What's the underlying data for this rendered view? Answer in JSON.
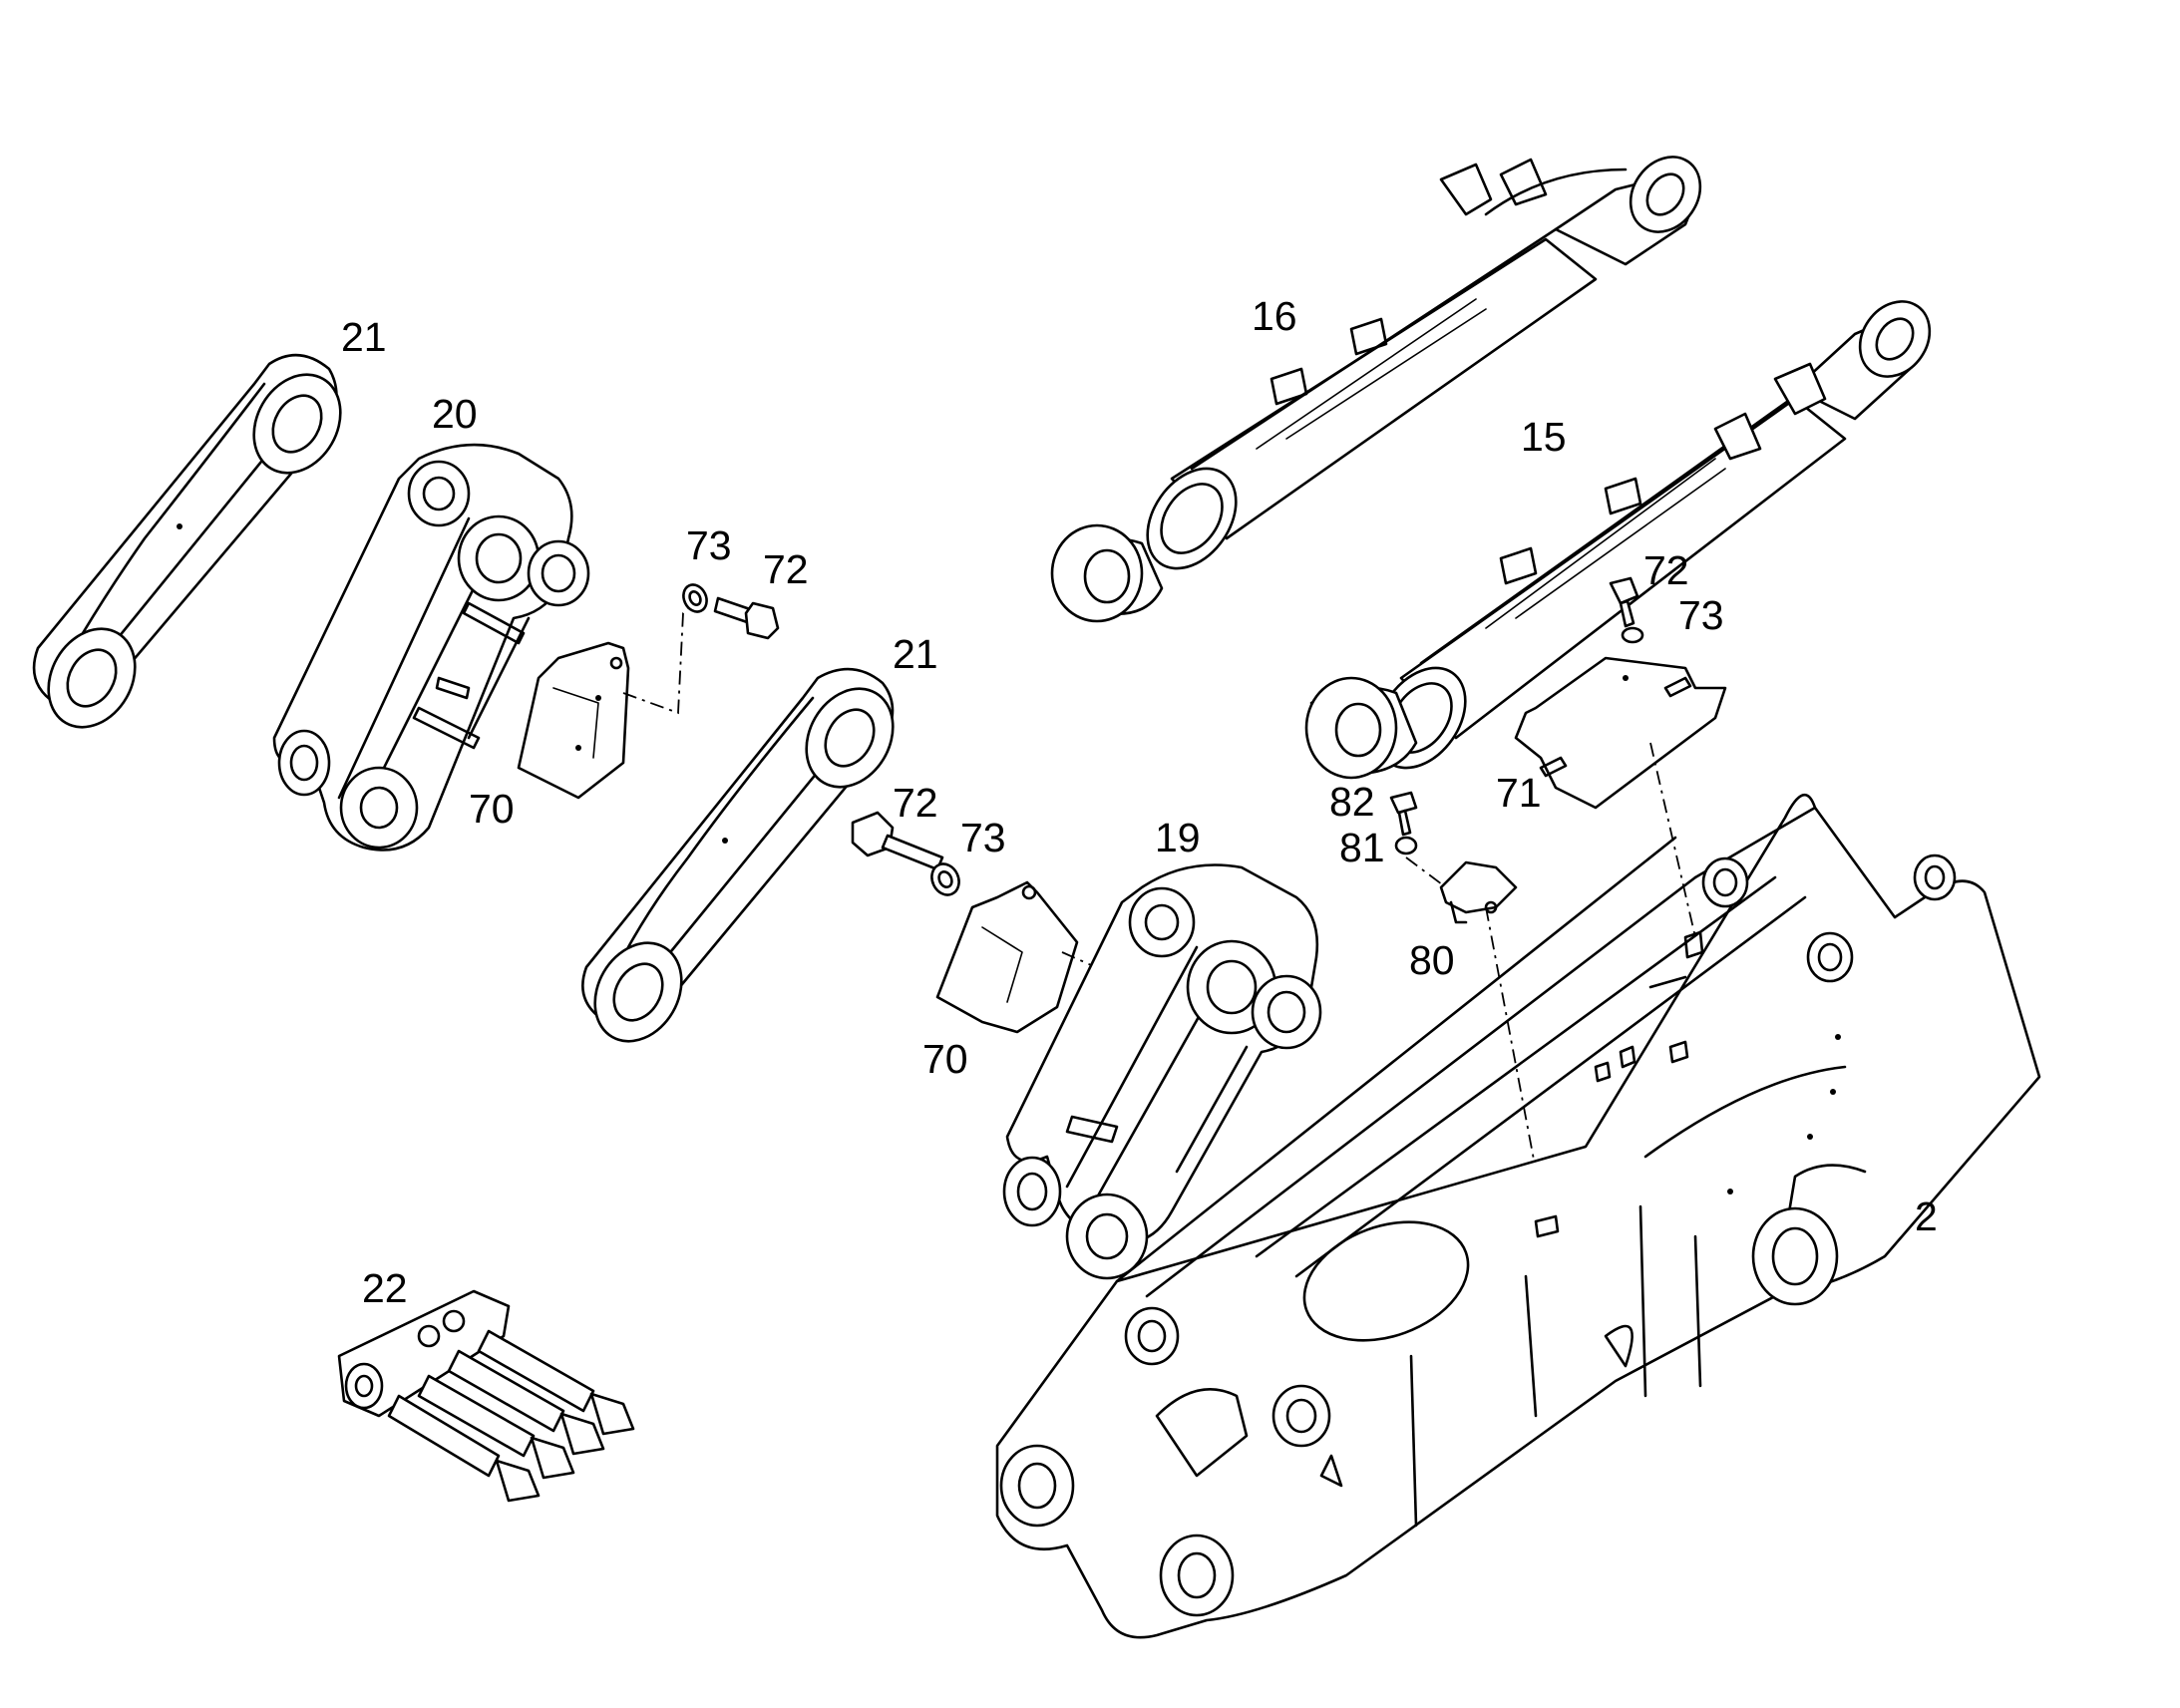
{
  "drawing": {
    "callouts": [
      {
        "id": "c21a",
        "label": "21"
      },
      {
        "id": "c20",
        "label": "20"
      },
      {
        "id": "c73a",
        "label": "73"
      },
      {
        "id": "c72a",
        "label": "72"
      },
      {
        "id": "c70a",
        "label": "70"
      },
      {
        "id": "c21b",
        "label": "21"
      },
      {
        "id": "c72b",
        "label": "72"
      },
      {
        "id": "c73b",
        "label": "73"
      },
      {
        "id": "c19",
        "label": "19"
      },
      {
        "id": "c70b",
        "label": "70"
      },
      {
        "id": "c16",
        "label": "16"
      },
      {
        "id": "c15",
        "label": "15"
      },
      {
        "id": "c72c",
        "label": "72"
      },
      {
        "id": "c73c",
        "label": "73"
      },
      {
        "id": "c71",
        "label": "71"
      },
      {
        "id": "c82",
        "label": "82"
      },
      {
        "id": "c81",
        "label": "81"
      },
      {
        "id": "c80",
        "label": "80"
      },
      {
        "id": "c2",
        "label": "2"
      },
      {
        "id": "c22",
        "label": "22"
      }
    ]
  }
}
